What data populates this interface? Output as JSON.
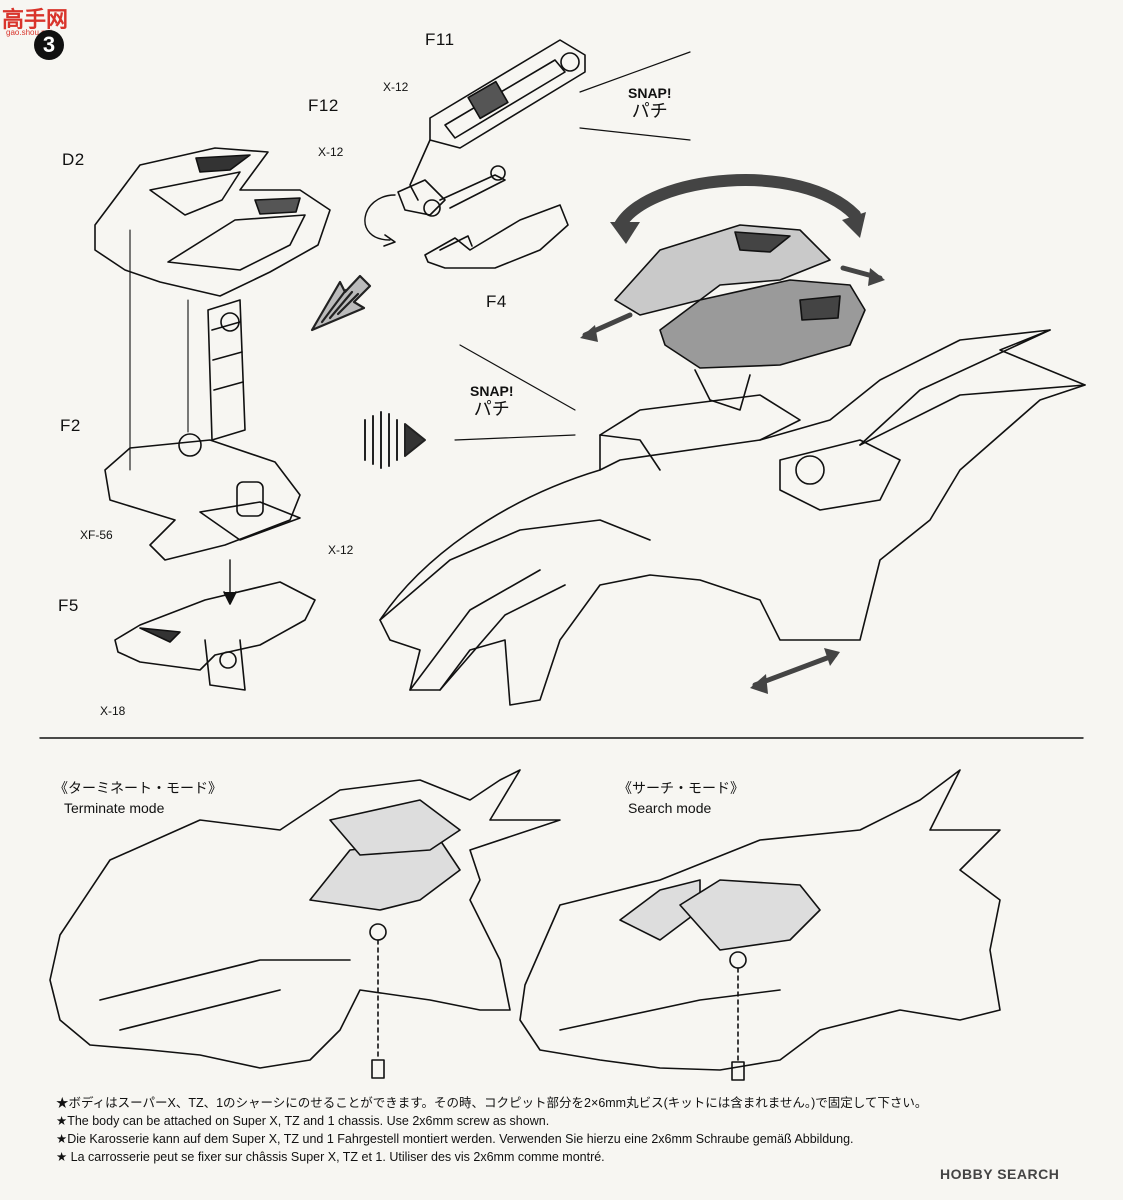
{
  "watermark": {
    "top_logo": "高手网",
    "top_sub": "gao.shou.net",
    "bottom_logo": "HOBBY SEARCH"
  },
  "step_number": "3",
  "part_labels": {
    "f11": "F11",
    "f12": "F12",
    "d2": "D2",
    "f4": "F4",
    "f2": "F2",
    "f5": "F5",
    "x12_top": "X-12",
    "x12_mid": "X-12",
    "x12_lower": "X-12",
    "xf56": "XF-56",
    "x18": "X-18"
  },
  "snap_callouts": [
    {
      "en": "SNAP!",
      "jp": "パチ"
    },
    {
      "en": "SNAP!",
      "jp": "パチ"
    }
  ],
  "modes": {
    "terminate": {
      "jp": "《ターミネート・モード》",
      "en": "Terminate mode"
    },
    "search": {
      "jp": "《サーチ・モード》",
      "en": "Search mode"
    }
  },
  "notes": [
    "★ボディはスーパーX、TZ、1のシャーシにのせることができます。その時、コクピット部分を2×6mm丸ビス(キットには含まれません。)で固定して下さい。",
    "★The body can be attached on Super X, TZ and 1 chassis. Use 2x6mm screw as shown.",
    "★Die Karosserie kann auf dem Super X, TZ und 1 Fahrgestell montiert werden. Verwenden Sie hierzu eine 2x6mm Schraube gemäß Abbildung.",
    "★ La carrosserie peut se fixer sur châssis Super X, TZ et 1. Utiliser des vis 2x6mm comme montré."
  ],
  "colors": {
    "ink": "#111111",
    "paper": "#f7f6f2",
    "shade": "#8c8c8c",
    "watermark": "#d9342b"
  }
}
